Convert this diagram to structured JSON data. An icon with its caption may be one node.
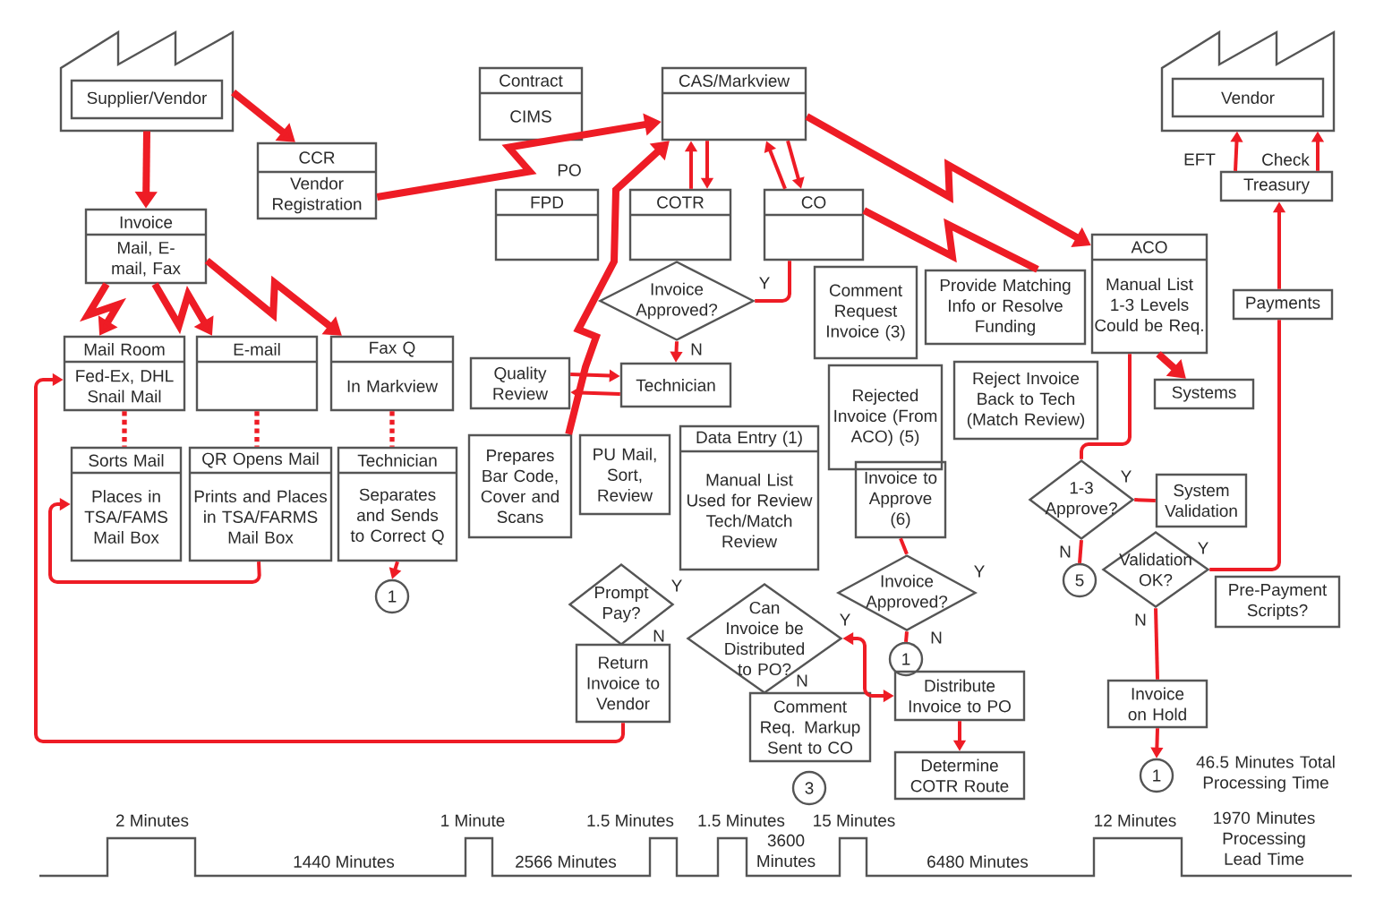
{
  "diagram": {
    "nodes": [
      {
        "text": [
          "Supplier/Vendor"
        ]
      },
      {
        "text": [
          "CCR",
          "Vendor Registration"
        ]
      },
      {
        "text": [
          "Contract",
          "CIMS"
        ]
      },
      {
        "text": [
          "CAS/Markview"
        ]
      },
      {
        "text": [
          "FPD"
        ]
      },
      {
        "text": [
          "COTR"
        ]
      },
      {
        "text": [
          "CO"
        ]
      },
      {
        "text": [
          "ACO",
          "Manual List 1-3 Levels Could be Req."
        ]
      },
      {
        "text": [
          "Vendor"
        ]
      },
      {
        "text": [
          "Treasury"
        ]
      },
      {
        "text": [
          "Invoice",
          "Mail, E-mail, Fax"
        ]
      },
      {
        "text": [
          "Mail Room",
          "Fed-Ex, DHL Snail Mail"
        ]
      },
      {
        "text": [
          "E-mail"
        ]
      },
      {
        "text": [
          "Fax Q",
          "In Markview"
        ]
      },
      {
        "text": [
          "Sorts Mail",
          "Places in TSA/FAMS Mail Box"
        ]
      },
      {
        "text": [
          "QR Opens Mail",
          "Prints and Places in TSA/FARMS Mail Box"
        ]
      },
      {
        "text": [
          "Technician",
          "Separates and Sends to Correct Q"
        ]
      },
      {
        "text": [
          "1"
        ]
      },
      {
        "text": [
          "Invoice Approved?"
        ]
      },
      {
        "text": [
          "Comment Request Invoice (3)"
        ]
      },
      {
        "text": [
          "Provide Matching Info or Resolve Funding"
        ]
      },
      {
        "text": [
          "Quality Review"
        ]
      },
      {
        "text": [
          "Technician"
        ]
      },
      {
        "text": [
          "Rejected Invoice (From ACO) (5)"
        ]
      },
      {
        "text": [
          "Reject Invoice Back to Tech (Match Review)"
        ]
      },
      {
        "text": [
          "Systems"
        ]
      },
      {
        "text": [
          "Prepares Bar Code, Cover and Scans"
        ]
      },
      {
        "text": [
          "PU Mail, Sort, Review"
        ]
      },
      {
        "text": [
          "Data Entry (1)",
          "Manual List Used for Review Tech/Match Review"
        ]
      },
      {
        "text": [
          "Invoice to Approve (6)"
        ]
      },
      {
        "text": [
          "1-3 Approve?"
        ]
      },
      {
        "text": [
          "System Validation"
        ]
      },
      {
        "text": [
          "Invoice Approved?"
        ]
      },
      {
        "text": [
          "Prompt Pay?"
        ]
      },
      {
        "text": [
          "Validation OK?"
        ]
      },
      {
        "text": [
          "Pre-Payment Scripts?"
        ]
      },
      {
        "text": [
          "Payments"
        ]
      },
      {
        "text": [
          "5"
        ]
      },
      {
        "text": [
          "1"
        ]
      },
      {
        "text": [
          "Can Invoice be Distributed to PO?"
        ]
      },
      {
        "text": [
          "Return Invoice to Vendor"
        ]
      },
      {
        "text": [
          "Distribute Invoice to PO"
        ]
      },
      {
        "text": [
          "Comment Req. Markup Sent to CO"
        ]
      },
      {
        "text": [
          "Determine COTR Route"
        ]
      },
      {
        "text": [
          "Invoice on Hold"
        ]
      },
      {
        "text": [
          "3"
        ]
      },
      {
        "text": [
          "1"
        ]
      }
    ],
    "edges": [
      {
        "from": 0,
        "to": 10,
        "arrow": "to",
        "style": "thick"
      },
      {
        "from": 0,
        "to": 1,
        "arrow": "to",
        "style": "thick"
      },
      {
        "from": 1,
        "to": 3,
        "arrow": "to",
        "style": "thick",
        "label": "PO"
      },
      {
        "from": 10,
        "to": 11,
        "arrow": "to",
        "style": "thick"
      },
      {
        "from": 10,
        "to": 12,
        "arrow": "to",
        "style": "thick"
      },
      {
        "from": 10,
        "to": 13,
        "arrow": "to",
        "style": "thick"
      },
      {
        "from": 11,
        "to": 14,
        "arrow": "none",
        "style": "dashed"
      },
      {
        "from": 12,
        "to": 15,
        "arrow": "none",
        "style": "dashed"
      },
      {
        "from": 13,
        "to": 16,
        "arrow": "none",
        "style": "dashed"
      },
      {
        "from": 15,
        "to": 14,
        "arrow": "to"
      },
      {
        "from": 16,
        "to": 17,
        "arrow": "to"
      },
      {
        "from": 40,
        "to": 11,
        "arrow": "to"
      },
      {
        "from": 5,
        "to": 3,
        "arrow": "to"
      },
      {
        "from": 3,
        "to": 5,
        "arrow": "to"
      },
      {
        "from": 6,
        "to": 3,
        "arrow": "to"
      },
      {
        "from": 3,
        "to": 6,
        "arrow": "to"
      },
      {
        "from": 3,
        "to": 7,
        "arrow": "to",
        "style": "thick"
      },
      {
        "from": 6,
        "to": 20,
        "arrow": "none",
        "style": "thick"
      },
      {
        "from": 18,
        "to": 6,
        "arrow": "none",
        "label": "Y"
      },
      {
        "from": 18,
        "to": 22,
        "arrow": "to",
        "label": "N"
      },
      {
        "from": 21,
        "to": 22,
        "arrow": "to"
      },
      {
        "from": 22,
        "to": 21,
        "arrow": "to"
      },
      {
        "from": 26,
        "to": 3,
        "arrow": "to",
        "style": "thick"
      },
      {
        "from": 7,
        "to": 25,
        "arrow": "to",
        "style": "thick"
      },
      {
        "from": 7,
        "to": 30,
        "arrow": "none"
      },
      {
        "from": 30,
        "to": 31,
        "arrow": "none",
        "label": "Y"
      },
      {
        "from": 30,
        "to": 37,
        "arrow": "none",
        "label": "N"
      },
      {
        "from": 34,
        "to": 36,
        "arrow": "none",
        "label": "Y"
      },
      {
        "from": 36,
        "to": 9,
        "arrow": "to"
      },
      {
        "from": 34,
        "to": 44,
        "arrow": "none",
        "label": "N"
      },
      {
        "from": 44,
        "to": 46,
        "arrow": "to"
      },
      {
        "from": 9,
        "to": 8,
        "arrow": "to",
        "label": "EFT"
      },
      {
        "from": 9,
        "to": 8,
        "arrow": "to",
        "label": "Check"
      },
      {
        "from": 29,
        "to": 32,
        "arrow": "none"
      },
      {
        "from": 32,
        "to": 38,
        "arrow": "none",
        "label": "N"
      },
      {
        "from": 39,
        "to": 41,
        "arrow": "both",
        "label": "Y"
      },
      {
        "from": 41,
        "to": 43,
        "arrow": "to"
      }
    ],
    "labels": [
      "Y",
      "N",
      "Y",
      "N",
      "46.5 Minutes Total Processing Time",
      "2 Minutes",
      "1 Minute",
      "1.5 Minutes",
      "1.5 Minutes",
      "15 Minutes",
      "12 Minutes",
      "1970 Minutes Processing Lead Time",
      "1440 Minutes",
      "2566 Minutes",
      "3600 Minutes",
      "6480 Minutes"
    ]
  }
}
